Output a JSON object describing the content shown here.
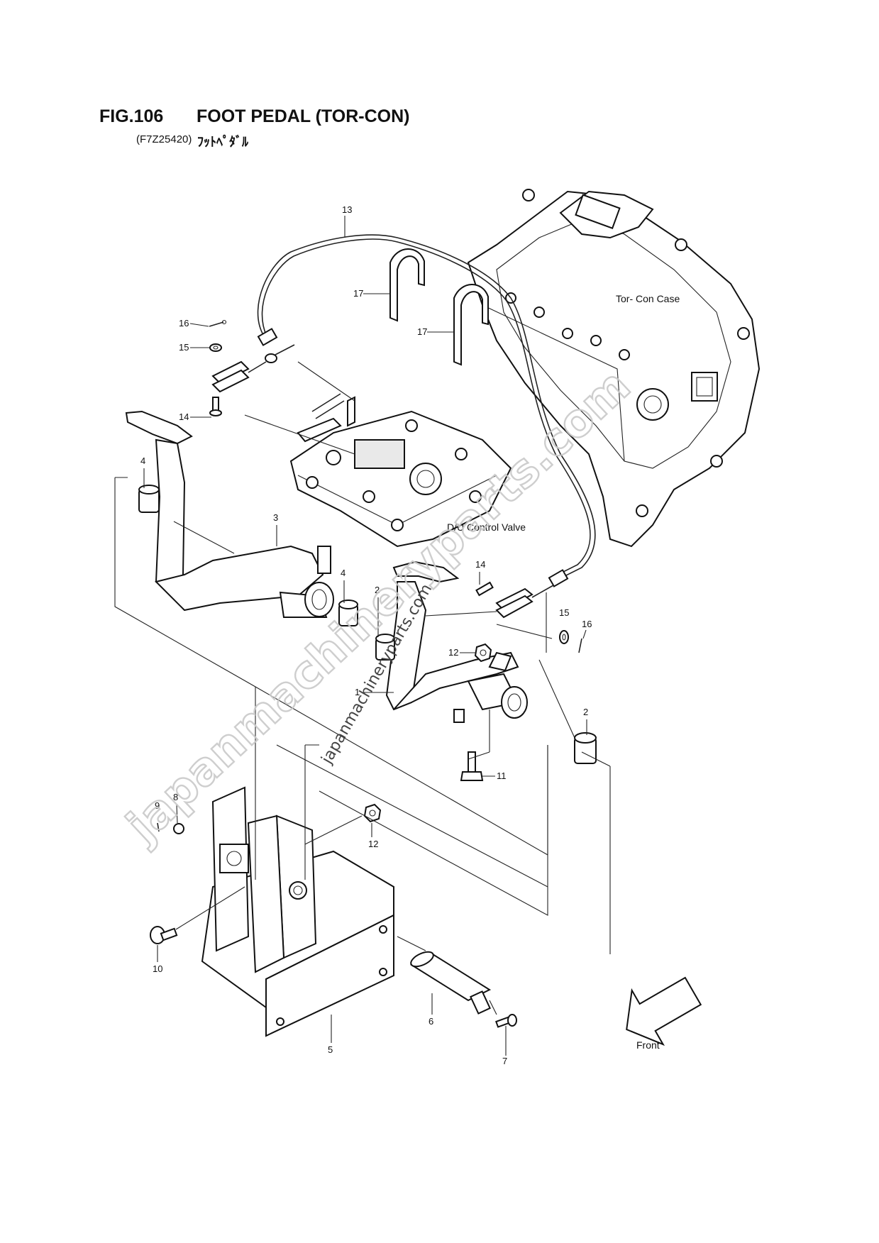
{
  "header": {
    "fig_number": "FIG.106",
    "title": "FOOT PEDAL (TOR-CON)",
    "code": "(F7Z25420)",
    "title_jp": "ﾌｯﾄﾍﾟﾀﾞﾙ"
  },
  "labels": {
    "torcon_case": "Tor- Con Case",
    "control_valve": "D/U Control Valve",
    "front": "Front"
  },
  "watermark": {
    "large": "japanmachineryparts.com",
    "small": "japanmachineryparts.com"
  },
  "callouts": {
    "c13": "13",
    "c17a": "17",
    "c17b": "17",
    "c16a": "16",
    "c15a": "15",
    "c14a": "14",
    "c4a": "4",
    "c3": "3",
    "c4b": "4",
    "c2a": "2",
    "c14b": "14",
    "c15b": "15",
    "c16b": "16",
    "c12a": "12",
    "c1": "1",
    "c2b": "2",
    "c11": "11",
    "c9": "9",
    "c8": "8",
    "c12b": "12",
    "c10": "10",
    "c6": "6",
    "c5": "5",
    "c7": "7"
  }
}
